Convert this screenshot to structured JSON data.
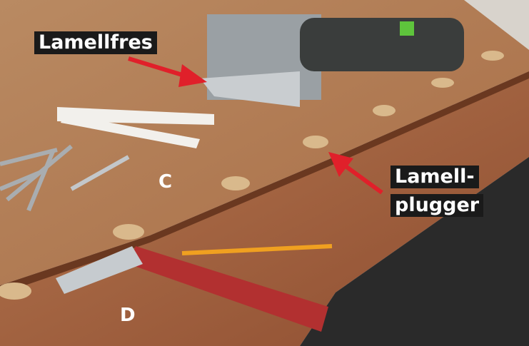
{
  "labels": {
    "machine": "Lamellfres",
    "plugs_line1": "Lamell-",
    "plugs_line2": "plugger",
    "board_c": "C",
    "board_d": "D"
  },
  "colors": {
    "label_bg": "#1a1a1a",
    "arrow": "#e0202a",
    "wood_light": "#c08a5c",
    "wood_dark": "#8a4a2c"
  }
}
